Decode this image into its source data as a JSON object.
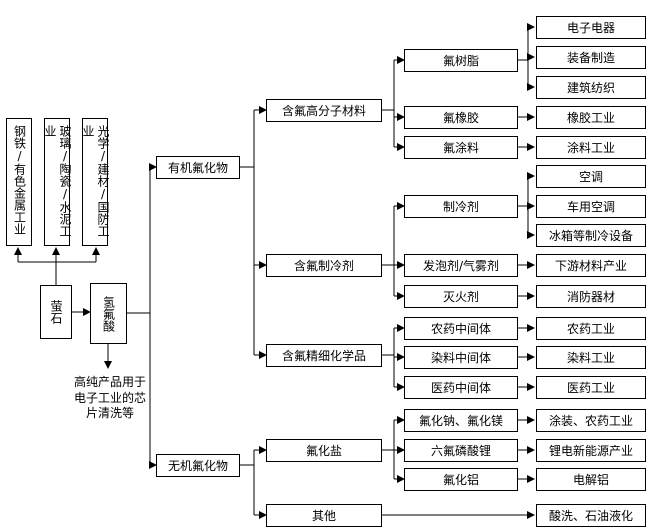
{
  "left_industries": [
    "钢铁/有色金属工业",
    "玻璃/陶瓷/水泥工业",
    "光学/建材/国防工业"
  ],
  "source": "萤石",
  "acid": "氢氟酸",
  "acid_note": "高纯产品用于\n电子工业的芯\n片清洗等",
  "level1": {
    "organic": "有机氟化物",
    "inorganic": "无机氟化物"
  },
  "level2": {
    "polymer": "含氟高分子材料",
    "refrigerant": "含氟制冷剂",
    "fine": "含氟精细化学品",
    "salt": "氟化盐",
    "other": "其他"
  },
  "level3": {
    "resin": "氟树脂",
    "rubber": "氟橡胶",
    "coating": "氟涂料",
    "coolant": "制冷剂",
    "foaming": "发泡剂/气雾剂",
    "extinguisher": "灭火剂",
    "pesticide": "农药中间体",
    "dye": "染料中间体",
    "medicine": "医药中间体",
    "sodium_magnesium": "氟化钠、氟化镁",
    "lithium": "六氟磷酸锂",
    "aluminum": "氟化铝"
  },
  "applications": {
    "electronics": "电子电器",
    "equipment": "装备制造",
    "construction": "建筑纺织",
    "rubber_industry": "橡胶工业",
    "coating_industry": "涂料工业",
    "air_conditioning": "空调",
    "car_ac": "车用空调",
    "fridge": "冰箱等制冷设备",
    "downstream": "下游材料产业",
    "fire_equipment": "消防器材",
    "pesticide_industry": "农药工业",
    "dye_industry": "染料工业",
    "medicine_industry": "医药工业",
    "painting": "涂装、农药工业",
    "lithium_battery": "锂电新能源产业",
    "electrolytic_al": "电解铝",
    "pickling": "酸洗、石油液化"
  }
}
